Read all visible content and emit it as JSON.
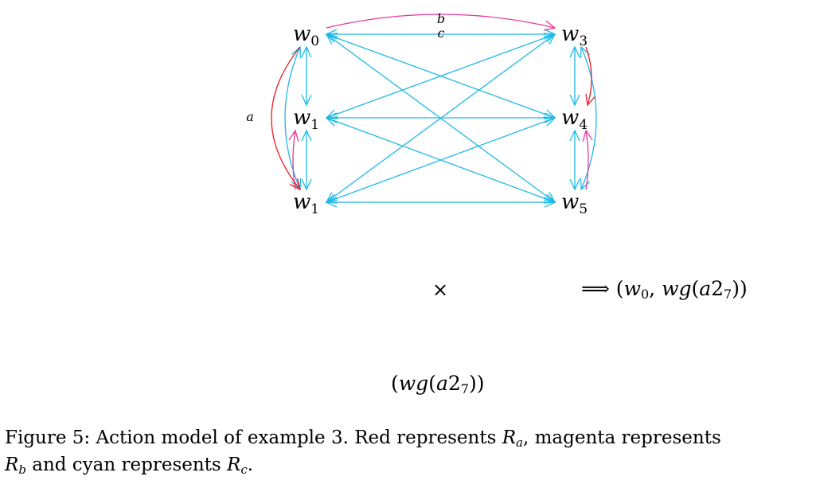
{
  "diagram": {
    "nodes": [
      {
        "id": "n0",
        "base": "w",
        "sub": "0"
      },
      {
        "id": "n1",
        "base": "w",
        "sub": "1"
      },
      {
        "id": "n2",
        "base": "w",
        "sub": "1"
      },
      {
        "id": "n3",
        "base": "w",
        "sub": "3"
      },
      {
        "id": "n4",
        "base": "w",
        "sub": "4"
      },
      {
        "id": "n5",
        "base": "w",
        "sub": "5"
      }
    ],
    "relations": [
      {
        "label": "a",
        "color": "#ee1c24"
      },
      {
        "label": "b",
        "color": "#e8399b"
      },
      {
        "label": "c",
        "color": "#1eb9e6"
      }
    ],
    "edges": [
      {
        "from": "n0",
        "to": "n3",
        "relation": "c",
        "label": "c"
      },
      {
        "from": "n1",
        "to": "n4",
        "relation": "c"
      },
      {
        "from": "n2",
        "to": "n5",
        "relation": "c"
      },
      {
        "from": "n0",
        "to": "n4",
        "relation": "c"
      },
      {
        "from": "n0",
        "to": "n5",
        "relation": "c"
      },
      {
        "from": "n1",
        "to": "n3",
        "relation": "c"
      },
      {
        "from": "n1",
        "to": "n5",
        "relation": "c"
      },
      {
        "from": "n2",
        "to": "n3",
        "relation": "c"
      },
      {
        "from": "n2",
        "to": "n4",
        "relation": "c"
      },
      {
        "from": "n0",
        "to": "n1",
        "relation": "c"
      },
      {
        "from": "n1",
        "to": "n2",
        "relation": "c"
      },
      {
        "from": "n3",
        "to": "n4",
        "relation": "c"
      },
      {
        "from": "n4",
        "to": "n5",
        "relation": "c"
      },
      {
        "from": "n0",
        "to": "n2",
        "relation": "c"
      },
      {
        "from": "n3",
        "to": "n5",
        "relation": "c"
      },
      {
        "from": "n0",
        "to": "n3",
        "relation": "b",
        "label": "b"
      },
      {
        "from": "n2",
        "to": "n1",
        "relation": "b"
      },
      {
        "from": "n5",
        "to": "n4",
        "relation": "b"
      },
      {
        "from": "n0",
        "to": "n2",
        "relation": "a",
        "label": "a"
      },
      {
        "from": "n3",
        "to": "n4",
        "relation": "a"
      }
    ]
  },
  "times_symbol": "×",
  "implies_arrow": "⟹",
  "implies_term": {
    "prefix": "(",
    "w": "w",
    "w_sub": "0",
    "sep": ", ",
    "wg": "wg",
    "open": "(",
    "a": "a",
    "num": "2",
    "num_sub": "7",
    "close": "))"
  },
  "bottom_term": {
    "prefix": "(",
    "wg": "wg",
    "open": "(",
    "a": "a",
    "num": "2",
    "num_sub": "7",
    "close": "))"
  },
  "caption": {
    "part1": "Figure 5: Action model of example 3. Red represents ",
    "ra_base": "R",
    "ra_sub": "a",
    "part2": ", magenta represents ",
    "rb_base": "R",
    "rb_sub": "b",
    "part3": " and cyan represents ",
    "rc_base": "R",
    "rc_sub": "c",
    "part4": "."
  }
}
